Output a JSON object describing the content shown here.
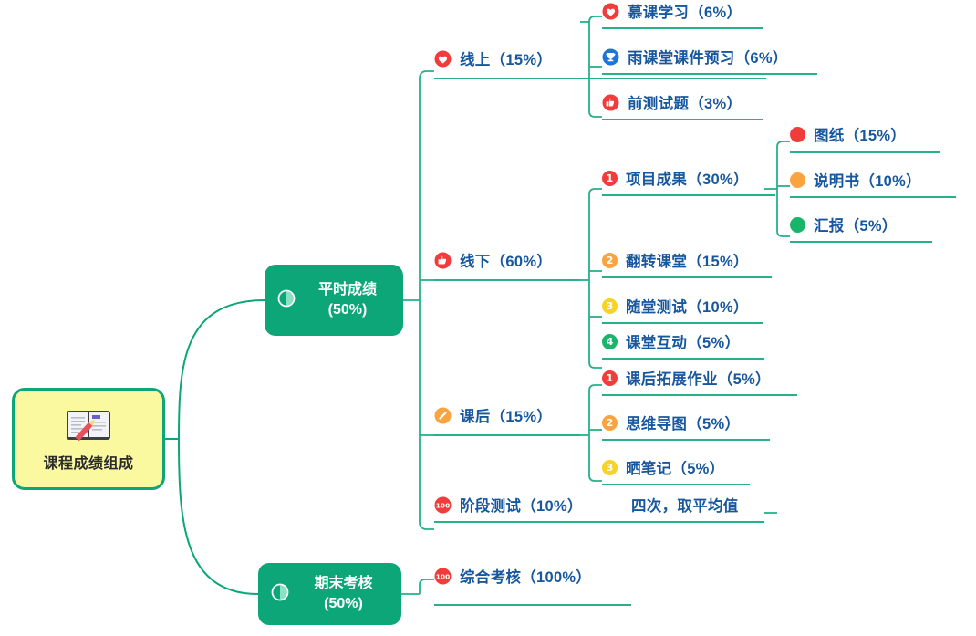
{
  "title": "课程成绩组成",
  "colors": {
    "brand_green": "#0DA678",
    "link_green": "#27B08A",
    "root_fill": "#FAF9A0",
    "text_blue": "#17579E",
    "red": "#F23C3C",
    "orange": "#F9A440",
    "yellow": "#F5D327",
    "green": "#18B56B",
    "blue": "#1F74D8"
  },
  "root": {
    "label": "课程成绩组成",
    "icon": "open-book-pencil-icon"
  },
  "branches": [
    {
      "id": "pingshi",
      "label": "平时成绩",
      "value": "(50%)",
      "icon": "half-circle-icon",
      "children": [
        {
          "id": "xianshang",
          "label": "线上（15%）",
          "icon": "heart-icon",
          "icon_color": "#F23C3C",
          "children": [
            {
              "label": "慕课学习（6%）",
              "icon": "heart-icon",
              "icon_color": "#F23C3C"
            },
            {
              "label": "雨课堂课件预习（6%）",
              "icon": "trophy-icon",
              "icon_color": "#1F74D8"
            },
            {
              "label": "前测试题（3%）",
              "icon": "thumbs-up-icon",
              "icon_color": "#F23C3C"
            }
          ]
        },
        {
          "id": "xianxia",
          "label": "线下（60%）",
          "icon": "thumbs-up-icon",
          "icon_color": "#F23C3C",
          "children": [
            {
              "label": "项目成果（30%）",
              "icon": "number-1-icon",
              "icon_color": "#F23C3C",
              "children": [
                {
                  "label": "图纸（15%）",
                  "icon": "dot-icon",
                  "icon_color": "#F23C3C"
                },
                {
                  "label": "说明书（10%）",
                  "icon": "dot-icon",
                  "icon_color": "#F9A440"
                },
                {
                  "label": "汇报（5%）",
                  "icon": "dot-icon",
                  "icon_color": "#18B56B"
                }
              ]
            },
            {
              "label": "翻转课堂（15%）",
              "icon": "number-2-icon",
              "icon_color": "#F9A440"
            },
            {
              "label": "随堂测试（10%）",
              "icon": "number-3-icon",
              "icon_color": "#F5D327"
            },
            {
              "label": "课堂互动（5%）",
              "icon": "number-4-icon",
              "icon_color": "#18B56B"
            }
          ]
        },
        {
          "id": "kehou",
          "label": "课后（15%）",
          "icon": "pencil-circle-icon",
          "icon_color": "#F9A440",
          "children": [
            {
              "label": "课后拓展作业（5%）",
              "icon": "number-1-icon",
              "icon_color": "#F23C3C"
            },
            {
              "label": "思维导图（5%）",
              "icon": "number-2-icon",
              "icon_color": "#F9A440"
            },
            {
              "label": "晒笔记（5%）",
              "icon": "number-3-icon",
              "icon_color": "#F5D327"
            }
          ]
        },
        {
          "id": "jieduan",
          "label": "阶段测试（10%）",
          "icon": "hundred-points-icon",
          "icon_color": "#F23C3C",
          "children": [
            {
              "label": "四次，取平均值",
              "icon": "none"
            }
          ]
        }
      ]
    },
    {
      "id": "qimo",
      "label": "期末考核",
      "value": "(50%)",
      "icon": "half-circle-icon",
      "children": [
        {
          "id": "zonghe",
          "label": "综合考核（100%）",
          "icon": "hundred-points-icon",
          "icon_color": "#F23C3C",
          "children": []
        }
      ]
    }
  ]
}
